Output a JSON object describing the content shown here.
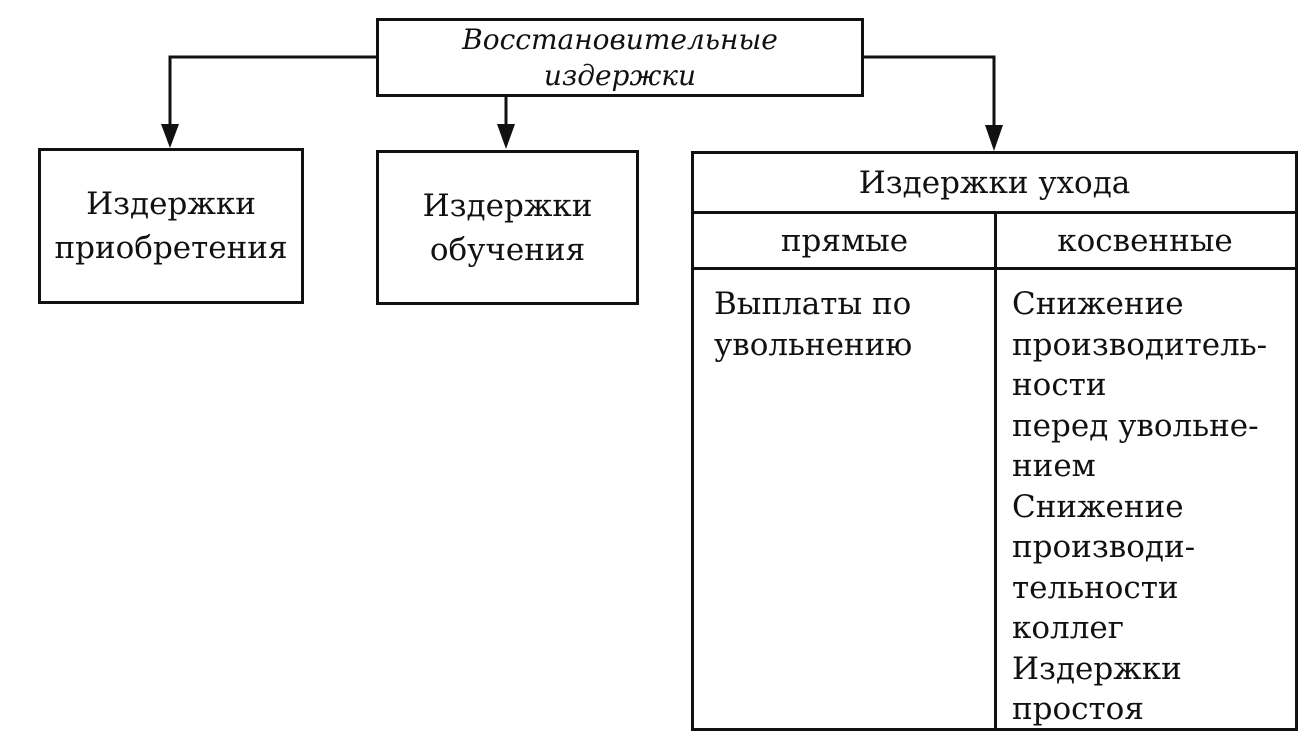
{
  "root": {
    "lines": [
      "Восстановительные",
      "издержки"
    ]
  },
  "acquisition": {
    "lines": [
      "Издержки",
      "приобретения"
    ]
  },
  "training": {
    "lines": [
      "Издержки",
      "обучения"
    ]
  },
  "exit": {
    "title": "Издержки ухода",
    "direct": {
      "header": "прямые",
      "lines": [
        "Выплаты по",
        "увольнению"
      ]
    },
    "indirect": {
      "header": "косвенные",
      "lines": [
        "Снижение",
        "производитель-",
        "ности",
        "перед увольне-",
        "нием",
        "Снижение",
        "производи-",
        "тельности",
        "коллег",
        "Издержки",
        "простоя"
      ]
    }
  }
}
